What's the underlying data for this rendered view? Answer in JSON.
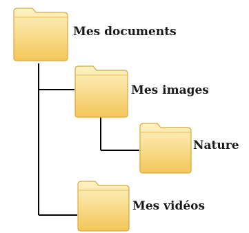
{
  "tree": {
    "root": {
      "label": "Mes documents",
      "icon": "folder-icon",
      "children": [
        {
          "label": "Mes images",
          "icon": "folder-icon",
          "children": [
            {
              "label": "Nature",
              "icon": "folder-icon"
            }
          ]
        },
        {
          "label": "Mes vidéos",
          "icon": "folder-icon"
        }
      ]
    }
  },
  "colors": {
    "folder_fill_top": "#FDF0B8",
    "folder_fill_bottom": "#F4C75A",
    "folder_stroke": "#D9A83C",
    "connector": "#000000",
    "label_text": "#1a1a1a",
    "background": "#FFFFFF"
  }
}
